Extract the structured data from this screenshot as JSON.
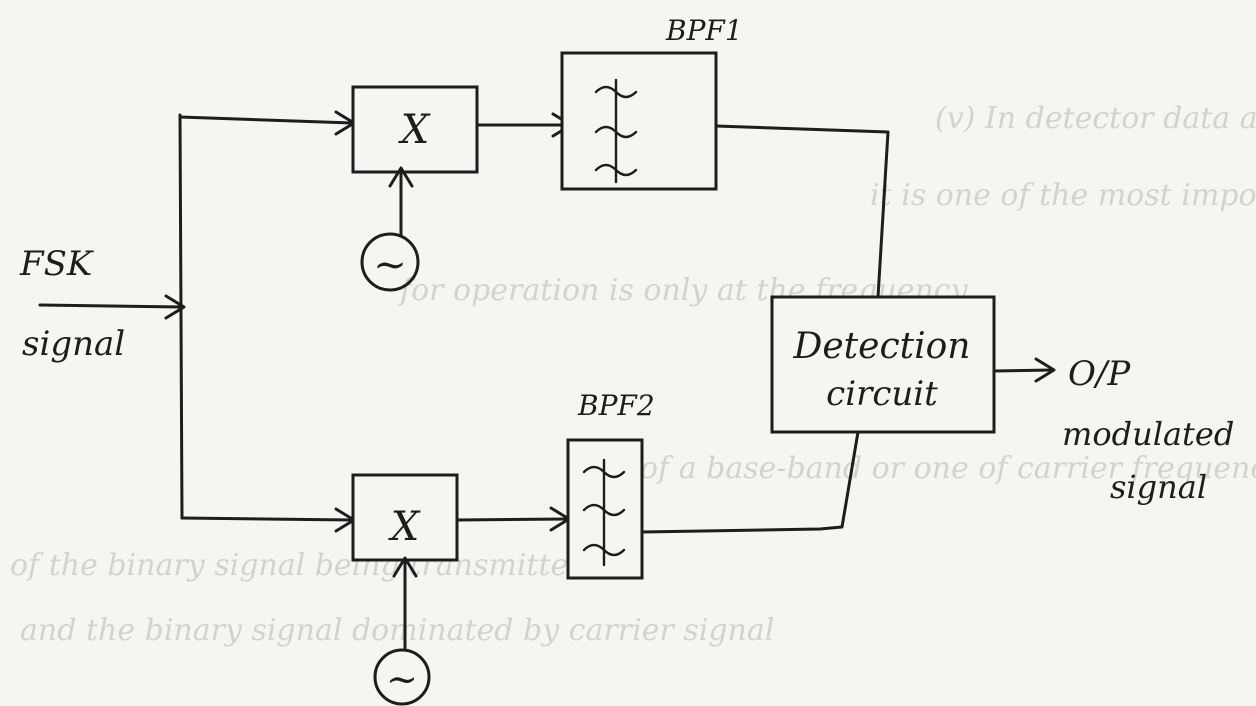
{
  "labels": {
    "input_line1": "FSK",
    "input_line2": "signal",
    "bpf1": "BPF1",
    "bpf2": "BPF2",
    "multiplier_symbol": "X",
    "oscillator_symbol": "~",
    "detection_line1": "Detection",
    "detection_line2": "circuit",
    "output_line1": "O/P",
    "output_line2": "modulated",
    "output_line3": "signal"
  },
  "bleed_through": [
    "(v) In detector data are demodulated by phase",
    "it is one of the most important method",
    "for operation is only at the frequency",
    "of a base-band or one of carrier frequency",
    "of the binary signal being transmitted",
    "and the binary signal dominated by carrier signal"
  ]
}
